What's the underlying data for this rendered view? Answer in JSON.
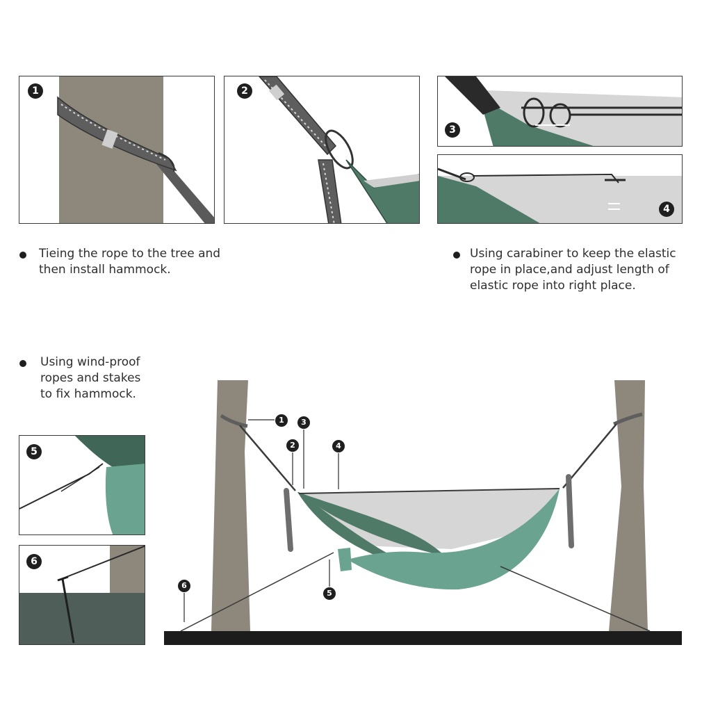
{
  "steps": [
    {
      "number": "1"
    },
    {
      "number": "2"
    },
    {
      "number": "3"
    },
    {
      "number": "4"
    },
    {
      "number": "5"
    },
    {
      "number": "6"
    }
  ],
  "captions": {
    "tree_rope": [
      "Tieing the rope to the tree and",
      "then install hammock."
    ],
    "carabiner": [
      "Using carabiner to keep the elastic",
      "rope in place,and adjust length of",
      "elastic rope into right place."
    ],
    "windproof": [
      "Using wind-proof",
      "ropes and stakes",
      "to fix hammock."
    ]
  },
  "callouts": [
    "1",
    "2",
    "3",
    "4",
    "5",
    "6"
  ],
  "colors": {
    "tree": "#8d877c",
    "hammock_dark": "#4f7a68",
    "hammock_light": "#6aa390",
    "net": "#d6d6d6",
    "strap": "#6e6e6e",
    "ground": "#1c1c1c"
  }
}
